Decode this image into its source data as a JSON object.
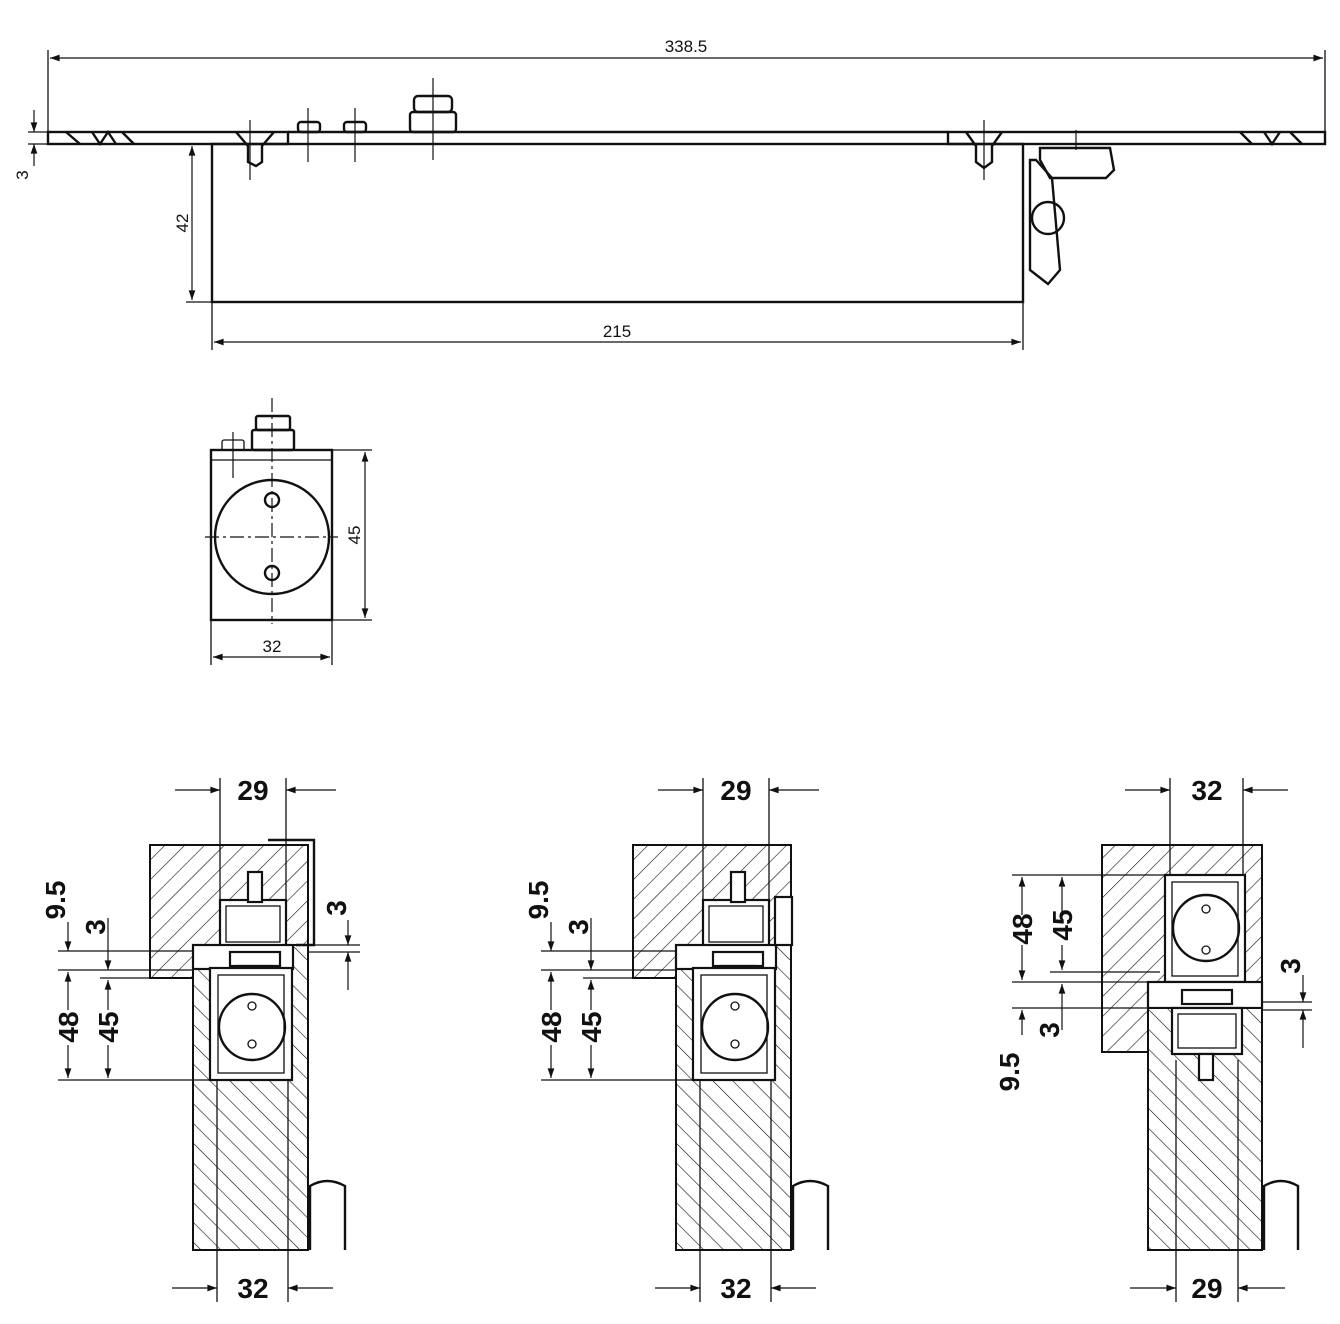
{
  "top_view": {
    "overall_length": "338.5",
    "plate_thickness": "3",
    "body_height": "42",
    "body_length": "215"
  },
  "side_view": {
    "height": "45",
    "width": "32"
  },
  "sections": [
    {
      "top_width": "29",
      "bottom_width": "32",
      "offset": "9.5",
      "gap": "3",
      "outer_height": "48",
      "inner_height": "45",
      "right_gap": "3"
    },
    {
      "top_width": "29",
      "bottom_width": "32",
      "offset": "9.5",
      "gap": "3",
      "outer_height": "48",
      "inner_height": "45"
    },
    {
      "top_width": "32",
      "bottom_width": "29",
      "offset": "9.5",
      "gap": "3",
      "outer_height": "48",
      "inner_height": "45",
      "right_gap": "3"
    }
  ]
}
